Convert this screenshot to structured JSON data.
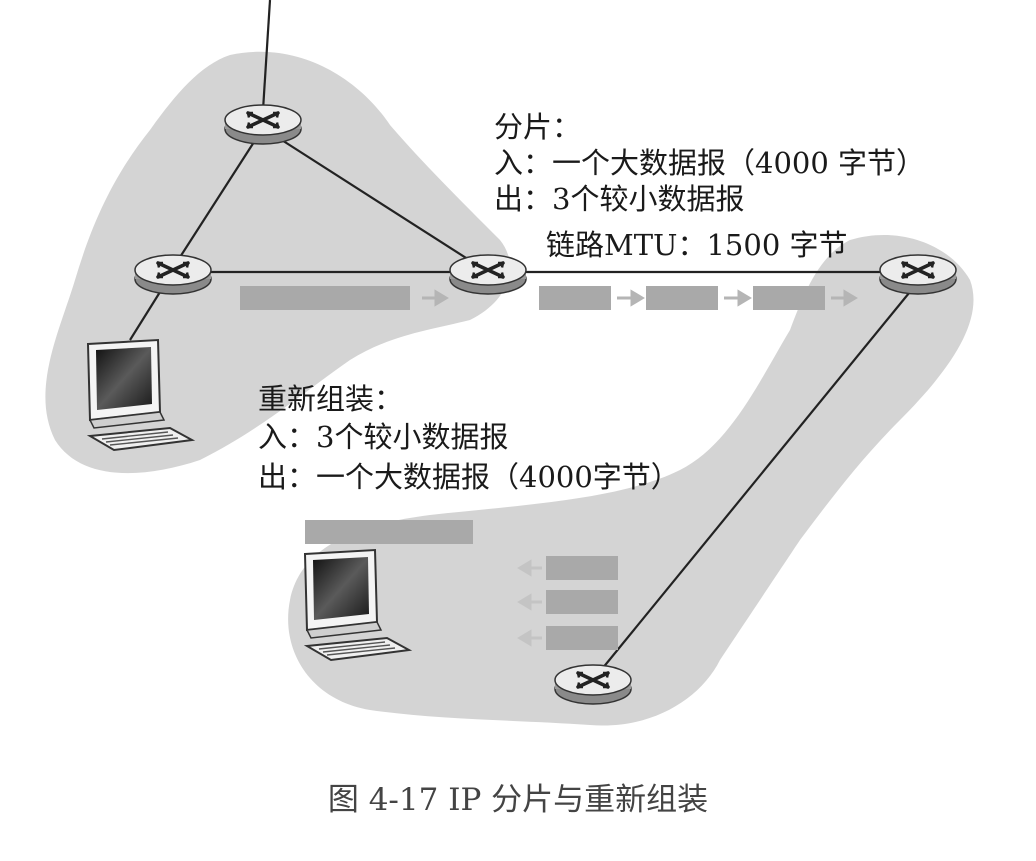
{
  "fragmentation": {
    "title": "分片：",
    "in_line": "入：一个大数据报（4000 字节）",
    "out_line": "出：3个较小数据报"
  },
  "link": {
    "label": "链路MTU：1500 字节"
  },
  "reassembly": {
    "title": "重新组装：",
    "in_line": "入：3个较小数据报",
    "out_line": "出：一个大数据报（4000字节）"
  },
  "caption": "图 4-17    IP 分片与重新组装",
  "colors": {
    "network_fill": "#d4d4d4",
    "packet_fill": "#a9a9a9",
    "router_fill": "#e8e8e8",
    "link_stroke": "#222222",
    "arrow": "#b5b5b5"
  },
  "icons": [
    "router-icon",
    "computer-icon",
    "arrow-icon"
  ]
}
